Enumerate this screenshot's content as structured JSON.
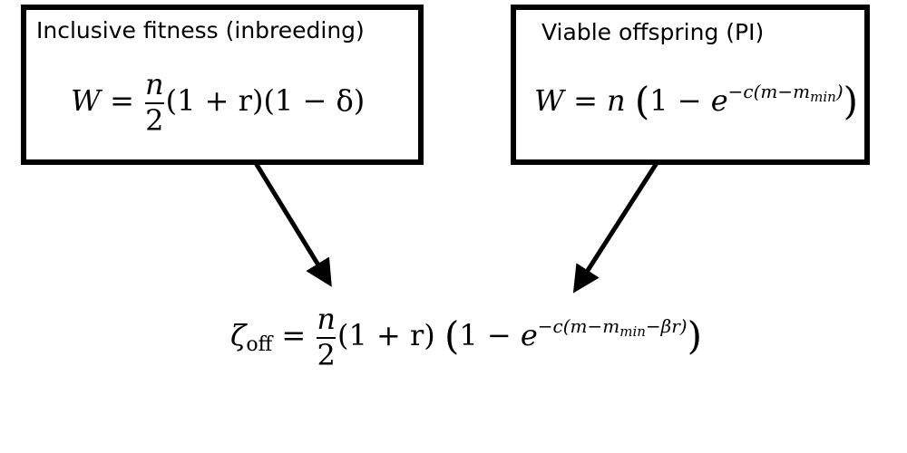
{
  "boxes": {
    "left": {
      "title": "Inclusive fitness (inbreeding)",
      "eq_lhs": "W",
      "eq_equals": "=",
      "eq_frac_num": "n",
      "eq_frac_den": "2",
      "eq_rest": "(1 + r)(1 − δ)"
    },
    "right": {
      "title": "Viable offspring (PI)",
      "eq_lhs": "W",
      "eq_equals": "=",
      "eq_n": "n",
      "eq_one_minus": "1 − ",
      "eq_e": "e",
      "eq_exponent": "−c(m−m",
      "eq_exponent_sub": "min",
      "eq_exponent_close": ")"
    }
  },
  "result": {
    "lhs_symbol": "ζ",
    "lhs_sub": "off",
    "equals": "=",
    "frac_num": "n",
    "frac_den": "2",
    "factor": "(1 + r)",
    "one_minus": "1 − ",
    "e": "e",
    "exponent": "−c(m−m",
    "exponent_sub": "min",
    "exponent_rest": "−βr)"
  }
}
